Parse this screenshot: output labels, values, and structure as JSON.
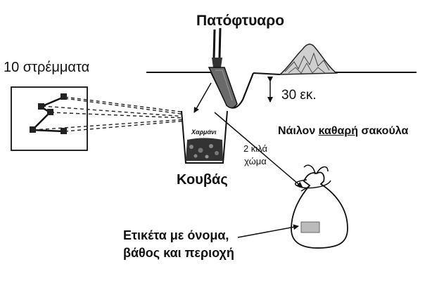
{
  "diagram": {
    "title": "Πατόφτυαρο",
    "field_area": "10 στρέμματα",
    "depth_label": "30 εκ.",
    "bag_caption": {
      "part1": "Νάιλον ",
      "part2": "καθαρή",
      "part3": " σακούλα"
    },
    "bucket_caption": "Κουβάς",
    "bucket_text": "Χαρμάνι",
    "soil_amount": {
      "line1": "2 κιλά",
      "line2": "χώμα"
    },
    "label_note": {
      "line1": "Ετικέτα με όνομα,",
      "line2": "βάθος και περιοχή"
    }
  }
}
